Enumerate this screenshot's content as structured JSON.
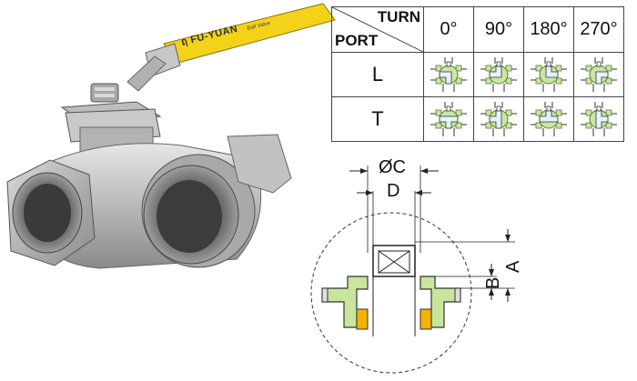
{
  "photo": {
    "handle_brand": "ฤ FU-YUAN",
    "handle_brand_sub": "Ball Valve",
    "colors": {
      "handle": "#f5d21a",
      "body_metal": "#bfbfbf",
      "body_dark": "#7d7d7d"
    }
  },
  "flow_table": {
    "turn_header": "TURN",
    "port_header": "PORT",
    "angles": [
      "0°",
      "90°",
      "180°",
      "270°"
    ],
    "rows": [
      {
        "port": "L",
        "patterns": [
          "L-0",
          "L-90",
          "L-180",
          "L-270"
        ]
      },
      {
        "port": "T",
        "patterns": [
          "T-0",
          "T-90",
          "T-180",
          "T-270"
        ]
      }
    ],
    "colors": {
      "seat_fill": "#c8e6a4",
      "seat_stroke": "#5a7a35",
      "bore": "#e8f2fa"
    }
  },
  "diagram": {
    "label_c": "ØC",
    "label_d": "D",
    "label_a": "A",
    "label_b": "B",
    "colors": {
      "flange": "#c9e59b",
      "flange_stroke": "#333333",
      "bushing": "#f2b400",
      "stem": "#ffffff"
    }
  }
}
